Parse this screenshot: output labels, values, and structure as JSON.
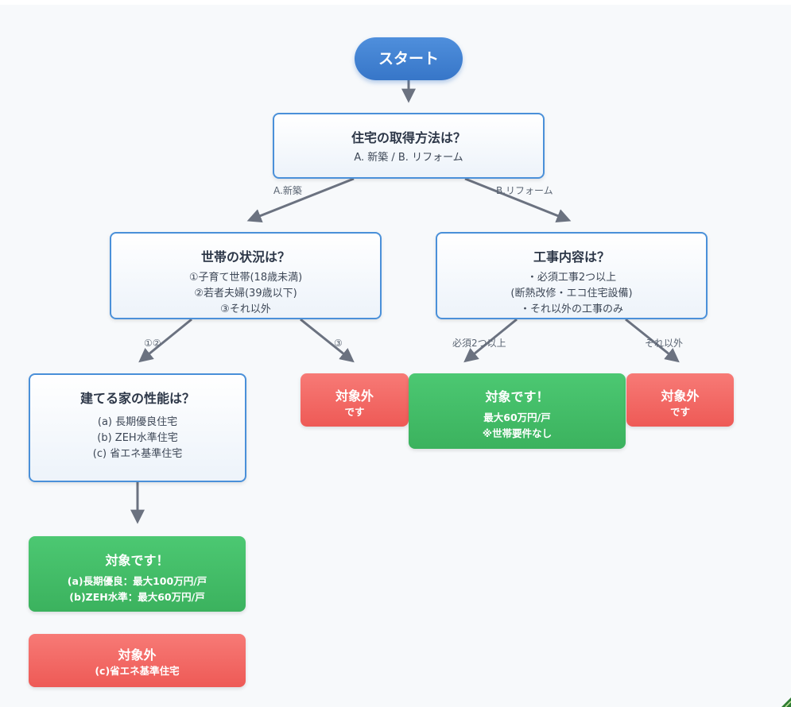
{
  "start": {
    "label": "スタート"
  },
  "q1": {
    "title": "住宅の取得方法は？",
    "lines": [
      "A. 新築 / B. リフォーム"
    ]
  },
  "q2": {
    "title": "世帯の状況は？",
    "lines": [
      "①子育て世帯(18歳未満)",
      "②若者夫婦(39歳以下)",
      "③それ以外"
    ]
  },
  "q3": {
    "title": "工事内容は？",
    "lines": [
      "・必須工事2つ以上",
      "(断熱改修・エコ住宅設備)",
      "・それ以外の工事のみ"
    ]
  },
  "q4": {
    "title": "建てる家の性能は？",
    "lines": [
      "(a) 長期優良住宅",
      "(b) ZEH水準住宅",
      "(c) 省エネ基準住宅"
    ]
  },
  "r_ng1": {
    "title": "対象外",
    "lines": [
      "です"
    ]
  },
  "r_ok1": {
    "title": "対象です！",
    "lines": [
      "最大60万円/戸",
      "※世帯要件なし"
    ]
  },
  "r_ng2": {
    "title": "対象外",
    "lines": [
      "です"
    ]
  },
  "r_ok2": {
    "title": "対象です！",
    "lines": [
      "(a)長期優良：最大100万円/戸",
      "(b)ZEH水準：最大60万円/戸"
    ]
  },
  "r_ng3": {
    "title": "対象外",
    "lines": [
      "(c)省エネ基準住宅"
    ]
  },
  "edge_labels": {
    "newbuild": "A.新築",
    "reform": "B.リフォーム",
    "household_12": "①②",
    "household_3": "③",
    "required_2plus": "必須2つ以上",
    "other": "それ以外"
  },
  "colors": {
    "question_border": "#4a90d9",
    "start": "#3776c8",
    "eligible": "#3bb25e",
    "not_eligible": "#ee5a56",
    "arrow": "#6b7280"
  }
}
